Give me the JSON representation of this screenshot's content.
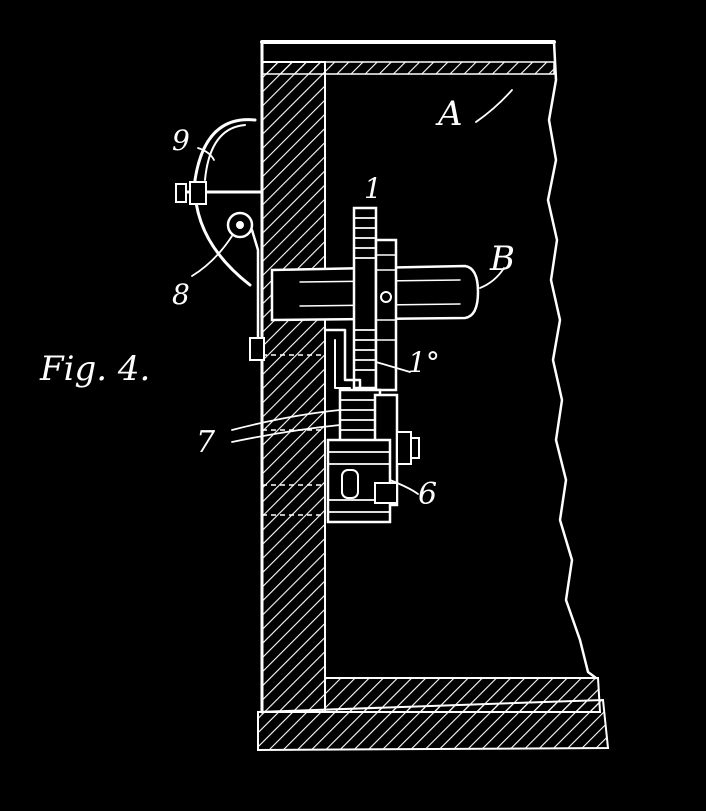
{
  "figure": {
    "caption": "Fig. 4.",
    "colors": {
      "background": "#000000",
      "ink": "#ffffff"
    },
    "labels": {
      "housing": "A",
      "shaft": "B",
      "gear_1": "1",
      "gear_1a": "1°",
      "pinion_6": "6",
      "gear_7": "7",
      "pivot_8": "8",
      "cover_9": "9"
    }
  }
}
